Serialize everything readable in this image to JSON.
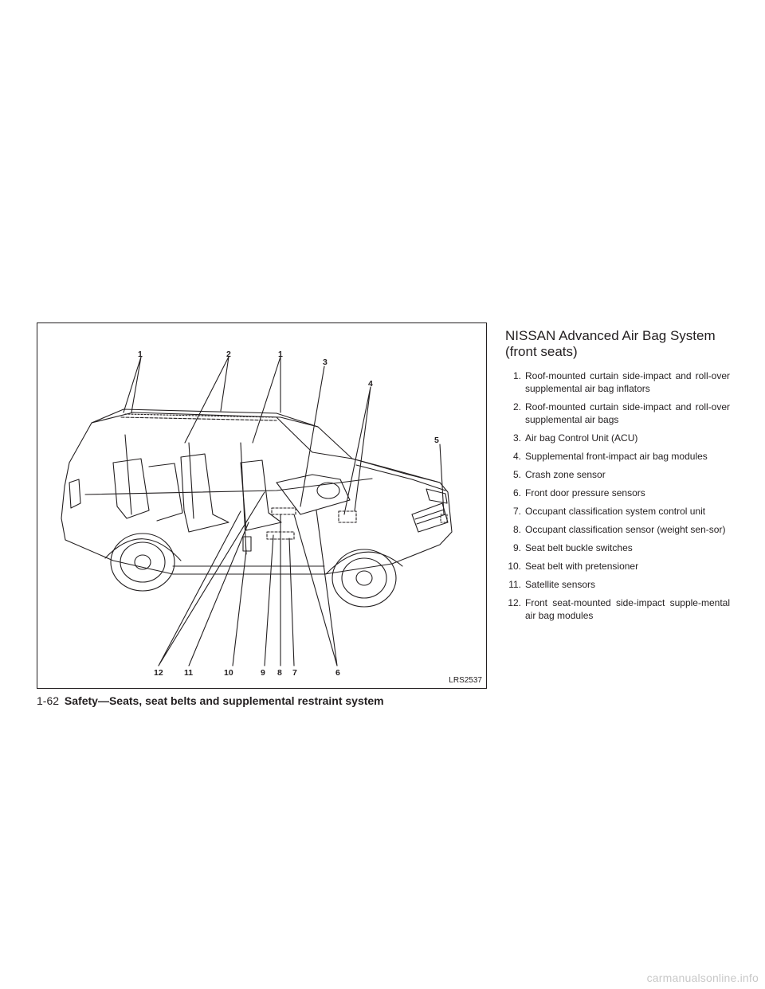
{
  "figure": {
    "code": "LRS2537",
    "callouts": {
      "top": [
        "1",
        "2",
        "1",
        "3",
        "4",
        "5"
      ],
      "bottom": [
        "12",
        "11",
        "10",
        "9",
        "8",
        "7",
        "6"
      ]
    }
  },
  "section": {
    "title": "NISSAN Advanced Air Bag System (front seats)",
    "items": [
      {
        "num": "1.",
        "text": "Roof-mounted curtain side-impact and roll-over supplemental air bag inflators"
      },
      {
        "num": "2.",
        "text": "Roof-mounted curtain side-impact and roll-over supplemental air bags"
      },
      {
        "num": "3.",
        "text": "Air bag Control Unit (ACU)"
      },
      {
        "num": "4.",
        "text": "Supplemental front-impact air bag modules"
      },
      {
        "num": "5.",
        "text": "Crash zone sensor"
      },
      {
        "num": "6.",
        "text": "Front door pressure sensors"
      },
      {
        "num": "7.",
        "text": "Occupant classification system control unit"
      },
      {
        "num": "8.",
        "text": "Occupant classification sensor (weight sen-sor)"
      },
      {
        "num": "9.",
        "text": "Seat belt buckle switches"
      },
      {
        "num": "10.",
        "text": "Seat belt with pretensioner"
      },
      {
        "num": "11.",
        "text": "Satellite sensors"
      },
      {
        "num": "12.",
        "text": "Front seat-mounted side-impact supple-mental air bag modules"
      }
    ]
  },
  "footer": {
    "page_number": "1-62",
    "chapter": "Safety—Seats, seat belts and supplemental restraint system"
  },
  "watermark": "carmanualsonline.info"
}
